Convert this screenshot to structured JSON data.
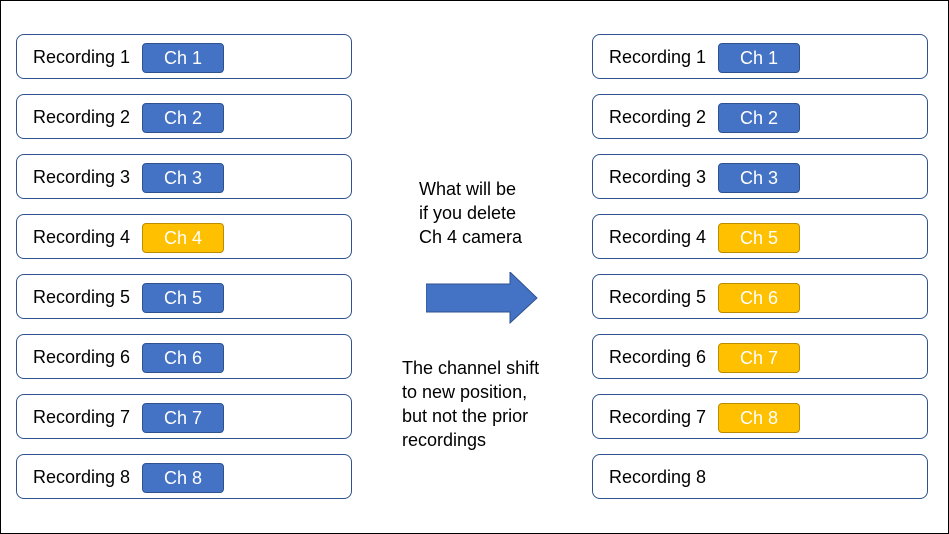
{
  "left_column": [
    {
      "label": "Recording 1",
      "channel": "Ch 1",
      "color": "blue"
    },
    {
      "label": "Recording 2",
      "channel": "Ch 2",
      "color": "blue"
    },
    {
      "label": "Recording 3",
      "channel": "Ch 3",
      "color": "blue"
    },
    {
      "label": "Recording 4",
      "channel": "Ch 4",
      "color": "yellow"
    },
    {
      "label": "Recording 5",
      "channel": "Ch 5",
      "color": "blue"
    },
    {
      "label": "Recording 6",
      "channel": "Ch 6",
      "color": "blue"
    },
    {
      "label": "Recording 7",
      "channel": "Ch 7",
      "color": "blue"
    },
    {
      "label": "Recording 8",
      "channel": "Ch 8",
      "color": "blue"
    }
  ],
  "right_column": [
    {
      "label": "Recording 1",
      "channel": "Ch 1",
      "color": "blue"
    },
    {
      "label": "Recording 2",
      "channel": "Ch 2",
      "color": "blue"
    },
    {
      "label": "Recording 3",
      "channel": "Ch 3",
      "color": "blue"
    },
    {
      "label": "Recording 4",
      "channel": "Ch 5",
      "color": "yellow"
    },
    {
      "label": "Recording 5",
      "channel": "Ch 6",
      "color": "yellow"
    },
    {
      "label": "Recording 6",
      "channel": "Ch 7",
      "color": "yellow"
    },
    {
      "label": "Recording 7",
      "channel": "Ch 8",
      "color": "yellow"
    },
    {
      "label": "Recording 8",
      "channel": "",
      "color": "none"
    }
  ],
  "note_top": [
    "What will be",
    "if you delete",
    "Ch 4 camera"
  ],
  "note_bottom": [
    "The channel shift",
    "to new position,",
    "but not the prior",
    "recordings"
  ],
  "colors": {
    "badge_blue": "#4472C4",
    "badge_yellow": "#FFC000",
    "row_border": "#2F528F",
    "arrow": "#4472C4"
  },
  "icons": {
    "arrow": "right-arrow-icon"
  }
}
